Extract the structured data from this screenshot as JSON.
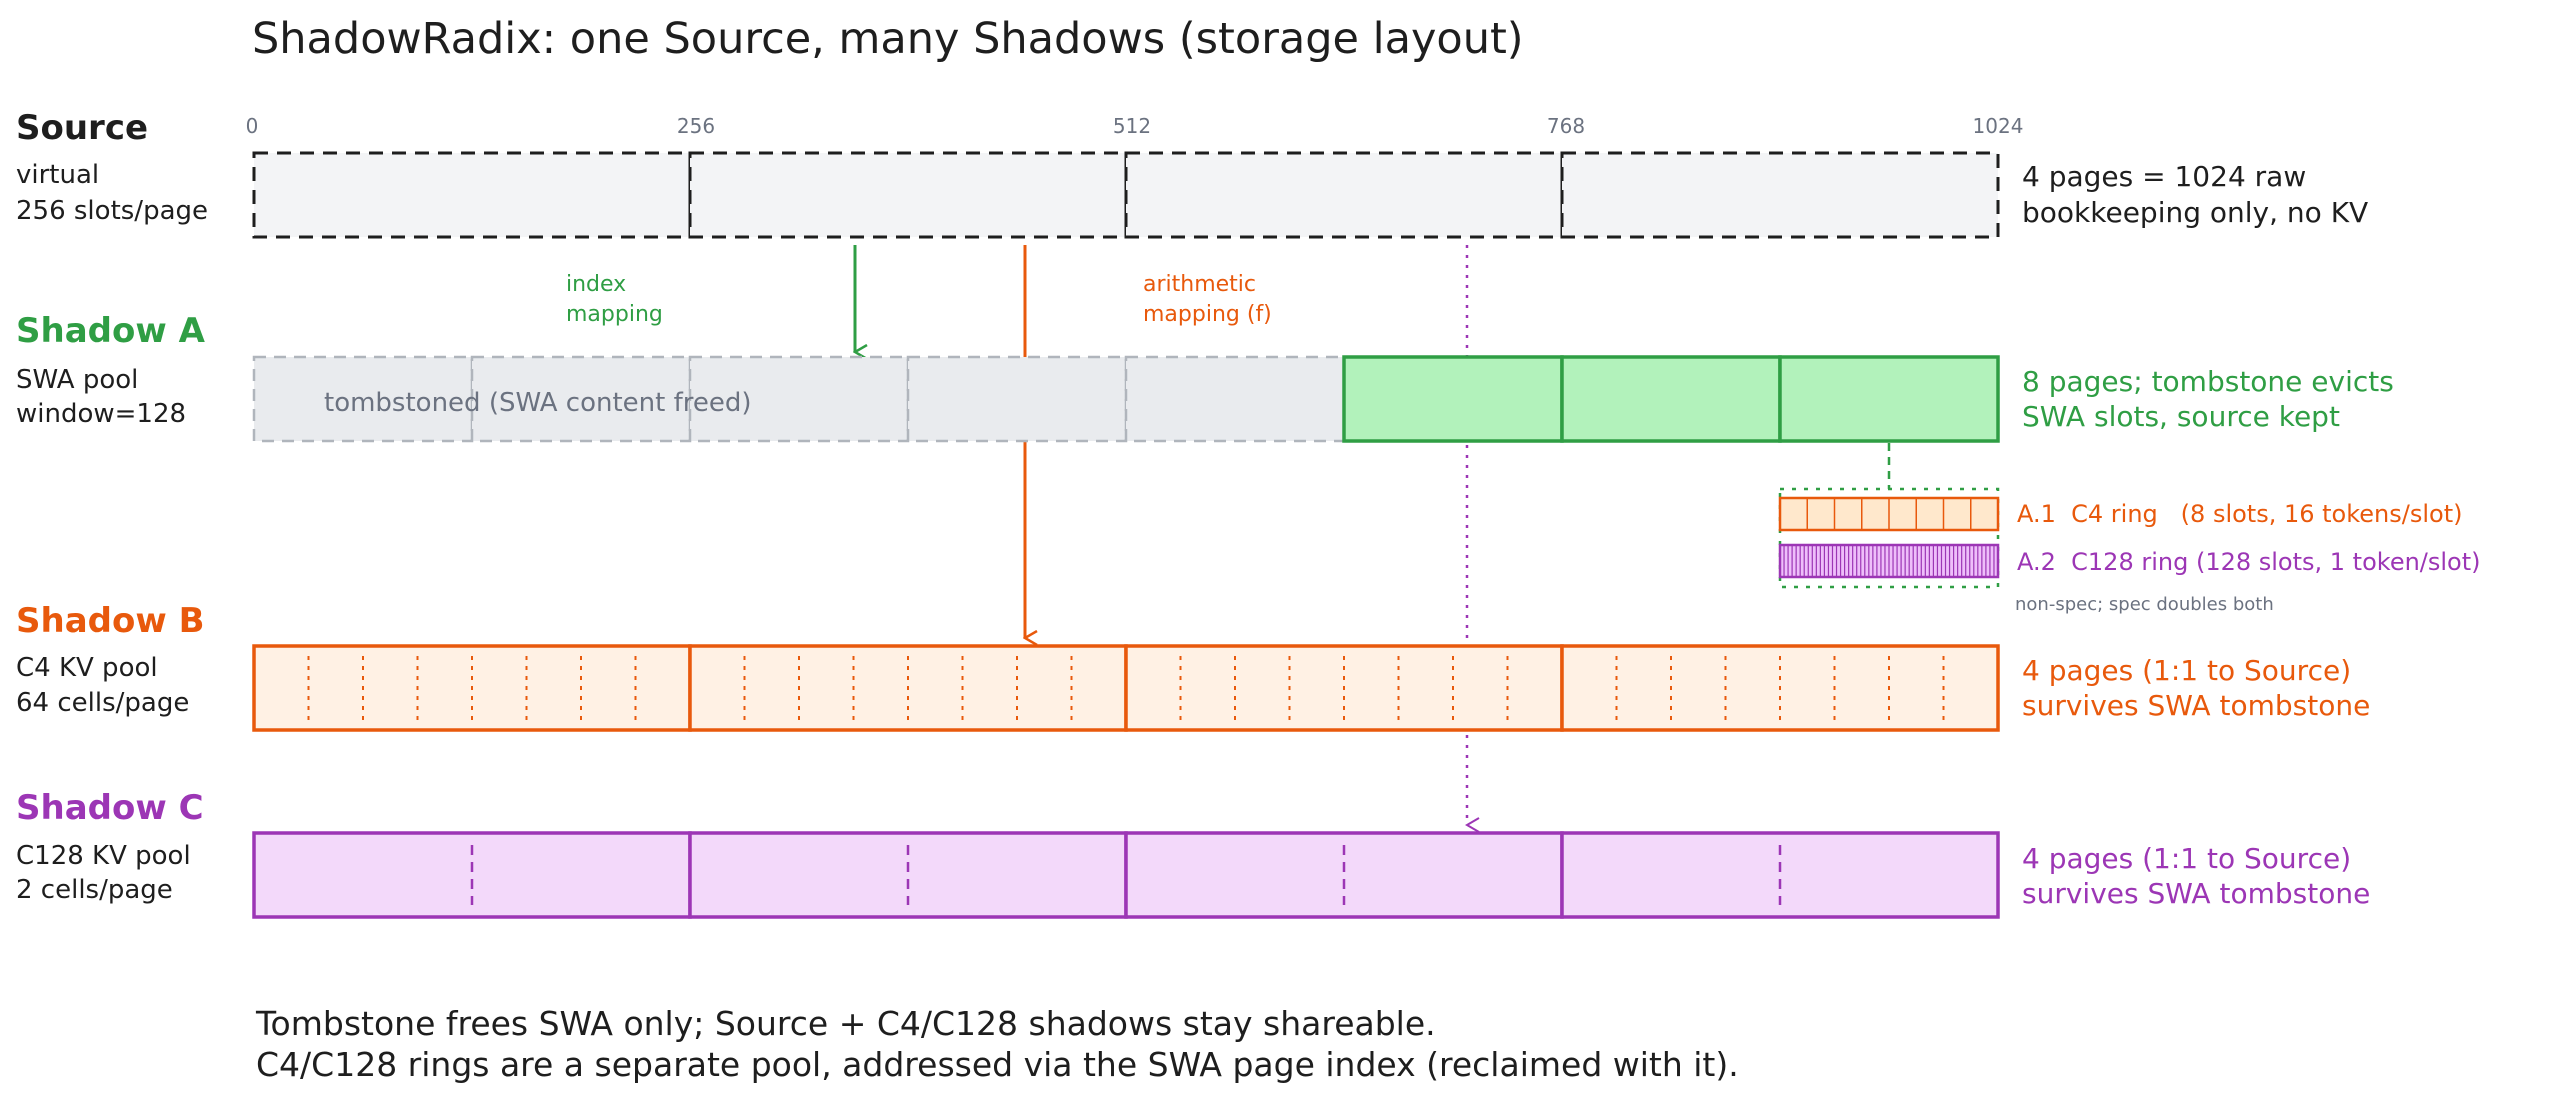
{
  "title": "ShadowRadix: one Source, many Shadows (storage layout)",
  "colors": {
    "ink": "#1e1e1e",
    "gray": "#6b7280",
    "green": "#2f9e44",
    "orange": "#e8590c",
    "purple": "#9c36b5",
    "source_fill": "#f3f4f6",
    "tomb_fill": "#e9ebee",
    "green_fill": "#b2f2bb",
    "orange_fill": "#fff1e4",
    "purple_fill": "#f3d9fa"
  },
  "source": {
    "name": "Source",
    "desc": [
      "virtual",
      "256 slots/page"
    ],
    "ticks": [
      "0",
      "256",
      "512",
      "768",
      "1024"
    ],
    "note": [
      "4 pages = 1024 raw",
      "bookkeeping only, no KV"
    ]
  },
  "mapping": {
    "index": [
      "index",
      "mapping"
    ],
    "arithmetic": [
      "arithmetic",
      "mapping (f)"
    ]
  },
  "shadow_a": {
    "name": "Shadow A",
    "desc": [
      "SWA pool",
      "window=128"
    ],
    "tombstone_label": "tombstoned (SWA content freed)",
    "note": [
      "8 pages; tombstone evicts",
      "SWA slots, source kept"
    ],
    "ring_c4": "A.1  C4 ring   (8 slots, 16 tokens/slot)",
    "ring_c128": "A.2  C128 ring (128 slots, 1 token/slot)",
    "ring_note": "non-spec; spec doubles both"
  },
  "shadow_b": {
    "name": "Shadow B",
    "desc": [
      "C4 KV pool",
      "64 cells/page"
    ],
    "note": [
      "4 pages (1:1 to Source)",
      "survives SWA tombstone"
    ]
  },
  "shadow_c": {
    "name": "Shadow C",
    "desc": [
      "C128 KV pool",
      "2 cells/page"
    ],
    "note": [
      "4 pages (1:1 to Source)",
      "survives SWA tombstone"
    ]
  },
  "footer": [
    "Tombstone frees SWA only; Source + C4/C128 shadows stay shareable.",
    "C4/C128 rings are a separate pool, addressed via the SWA page index (reclaimed with it)."
  ]
}
